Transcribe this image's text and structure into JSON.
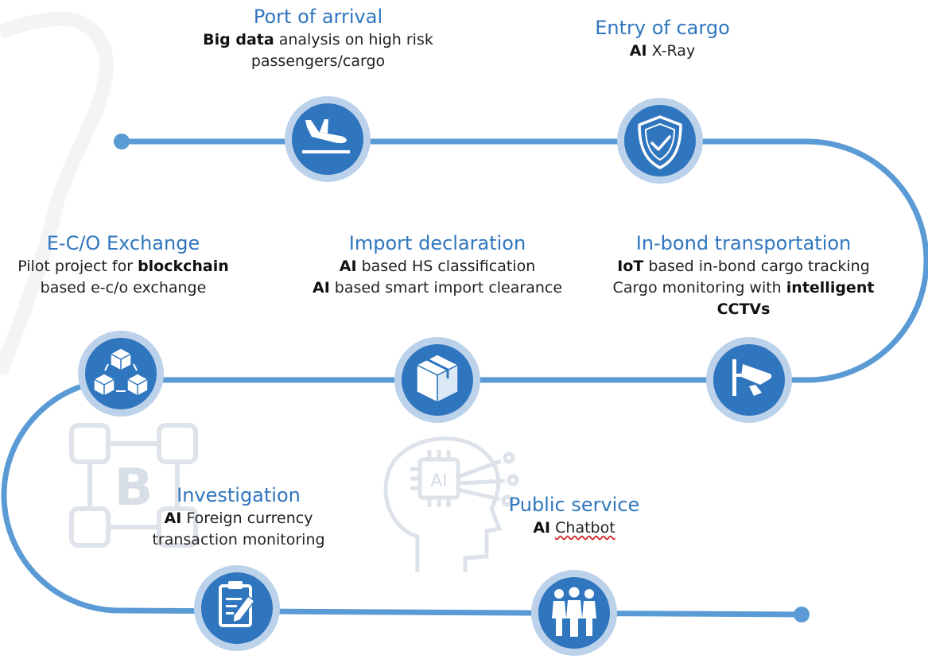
{
  "colors": {
    "path": "#5b9bd5",
    "node_ring": "#bcd2ea",
    "node_fill": "#2f76bf",
    "title_text": "#2f76bf",
    "watermark": "#ced5dd"
  },
  "steps": {
    "port_of_arrival": {
      "title": "Port of arrival",
      "line1_bold": "Big data",
      "line1_rest": " analysis on high risk",
      "line2": "passengers/cargo",
      "icon": "airplane-landing-icon"
    },
    "entry_of_cargo": {
      "title": "Entry of cargo",
      "line1_bold": "AI",
      "line1_rest": " X-Ray",
      "icon": "shield-check-icon"
    },
    "ecoo_exchange": {
      "title": "E-C/O Exchange",
      "line1_pre": "Pilot project for ",
      "line1_bold": "blockchain",
      "line2": "based e-c/o exchange",
      "icon": "blockchain-cubes-icon"
    },
    "import_declaration": {
      "title": "Import declaration",
      "line1_bold": "AI",
      "line1_rest": " based HS classification",
      "line2_bold": "AI",
      "line2_rest": " based smart import clearance",
      "icon": "package-box-icon"
    },
    "in_bond": {
      "title": "In-bond transportation",
      "line1_bold": "IoT",
      "line1_rest": " based in-bond cargo tracking",
      "line2_pre": "Cargo monitoring with ",
      "line2_bold": "intelligent",
      "line3_bold": "CCTVs",
      "icon": "cctv-camera-icon"
    },
    "investigation": {
      "title": "Investigation",
      "line1_bold": "AI",
      "line1_rest": " Foreign currency",
      "line2": "transaction monitoring",
      "icon": "clipboard-edit-icon"
    },
    "public_service": {
      "title": "Public service",
      "line1_bold": "AI",
      "line1_rest": "Chatbot",
      "icon": "people-group-icon"
    }
  },
  "watermarks": {
    "blockchain_letter": "B",
    "ai_chip_label": "AI"
  }
}
